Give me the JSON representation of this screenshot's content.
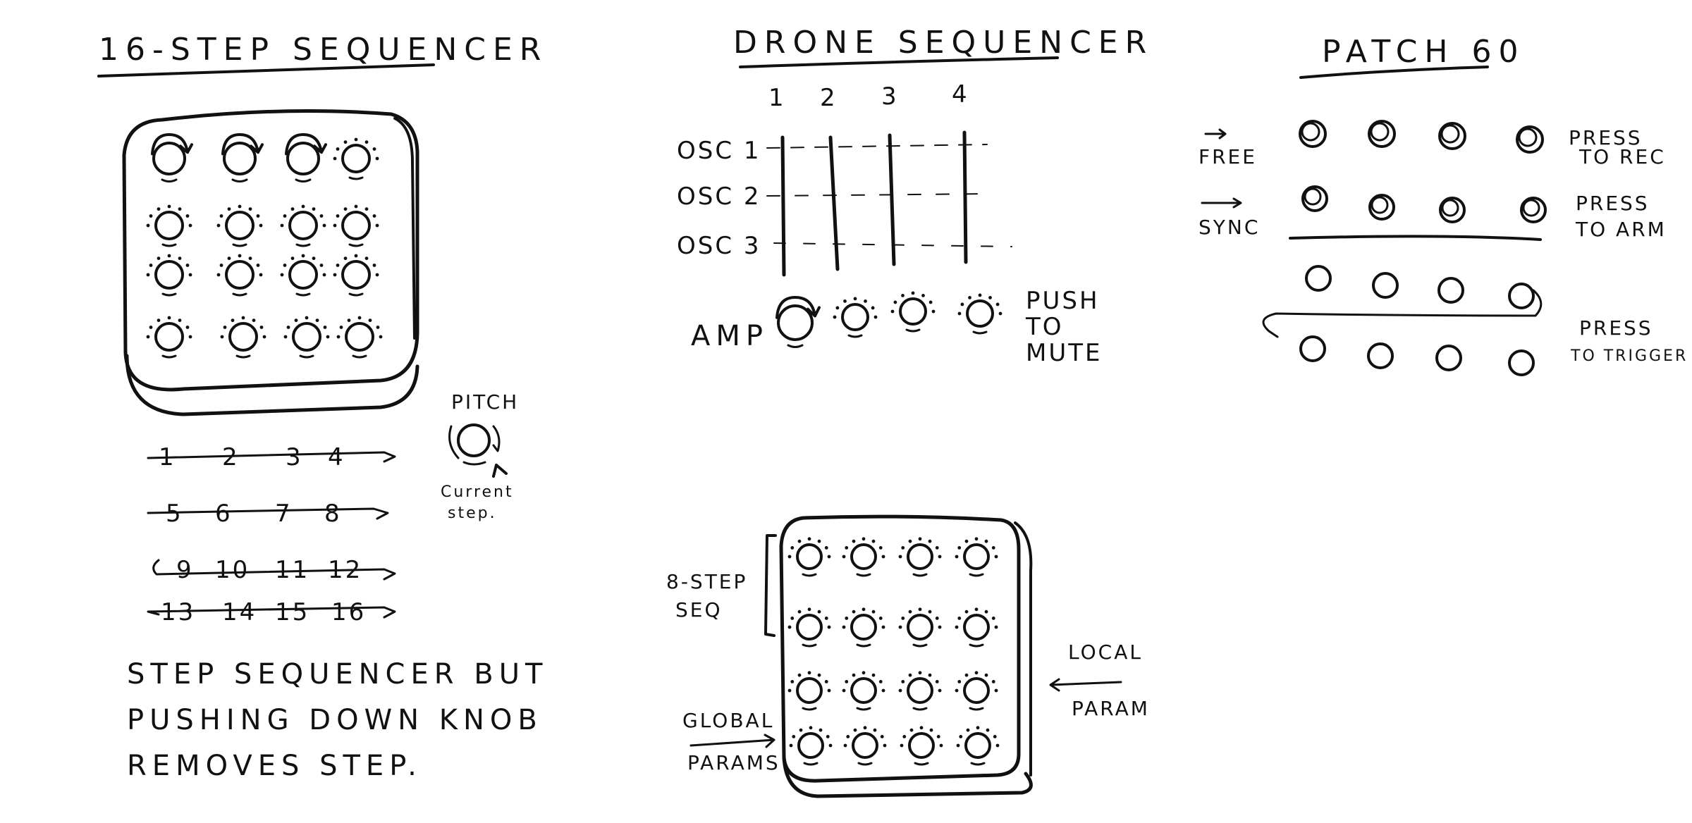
{
  "panels": {
    "step16": {
      "title": "16-STEP SEQUENCER",
      "steps": [
        "1",
        "2",
        "3",
        "4",
        "5",
        "6",
        "7",
        "8",
        "9",
        "10",
        "11",
        "12",
        "13",
        "14",
        "15",
        "16"
      ],
      "pitch_label": "PITCH",
      "current_step_label": [
        "Current",
        "step."
      ],
      "note_lines": [
        "STEP SEQUENCER BUT",
        "PUSHING DOWN KNOB",
        "REMOVES STEP."
      ]
    },
    "drone": {
      "title": "DRONE SEQUENCER",
      "columns": [
        "1",
        "2",
        "3",
        "4"
      ],
      "rows": [
        "OSC 1",
        "OSC 2",
        "OSC 3"
      ],
      "amp_label": "AMP",
      "push_label": [
        "PUSH",
        "TO",
        "MUTE"
      ]
    },
    "patch": {
      "title": "PATCH 60",
      "free_label": "FREE",
      "sync_label": "SYNC",
      "press_rec": [
        "PRESS",
        "TO REC"
      ],
      "press_arm": [
        "PRESS",
        "TO ARM"
      ],
      "press_trigger": [
        "PRESS",
        "TO TRIGGER"
      ]
    },
    "grid8": {
      "seq_label": [
        "8-STEP",
        "SEQ"
      ],
      "global_label": [
        "GLOBAL",
        "PARAMS"
      ],
      "local_label": [
        "LOCAL",
        "PARAM"
      ]
    }
  },
  "colors": {
    "ink": "#111111",
    "paper": "#ffffff"
  }
}
